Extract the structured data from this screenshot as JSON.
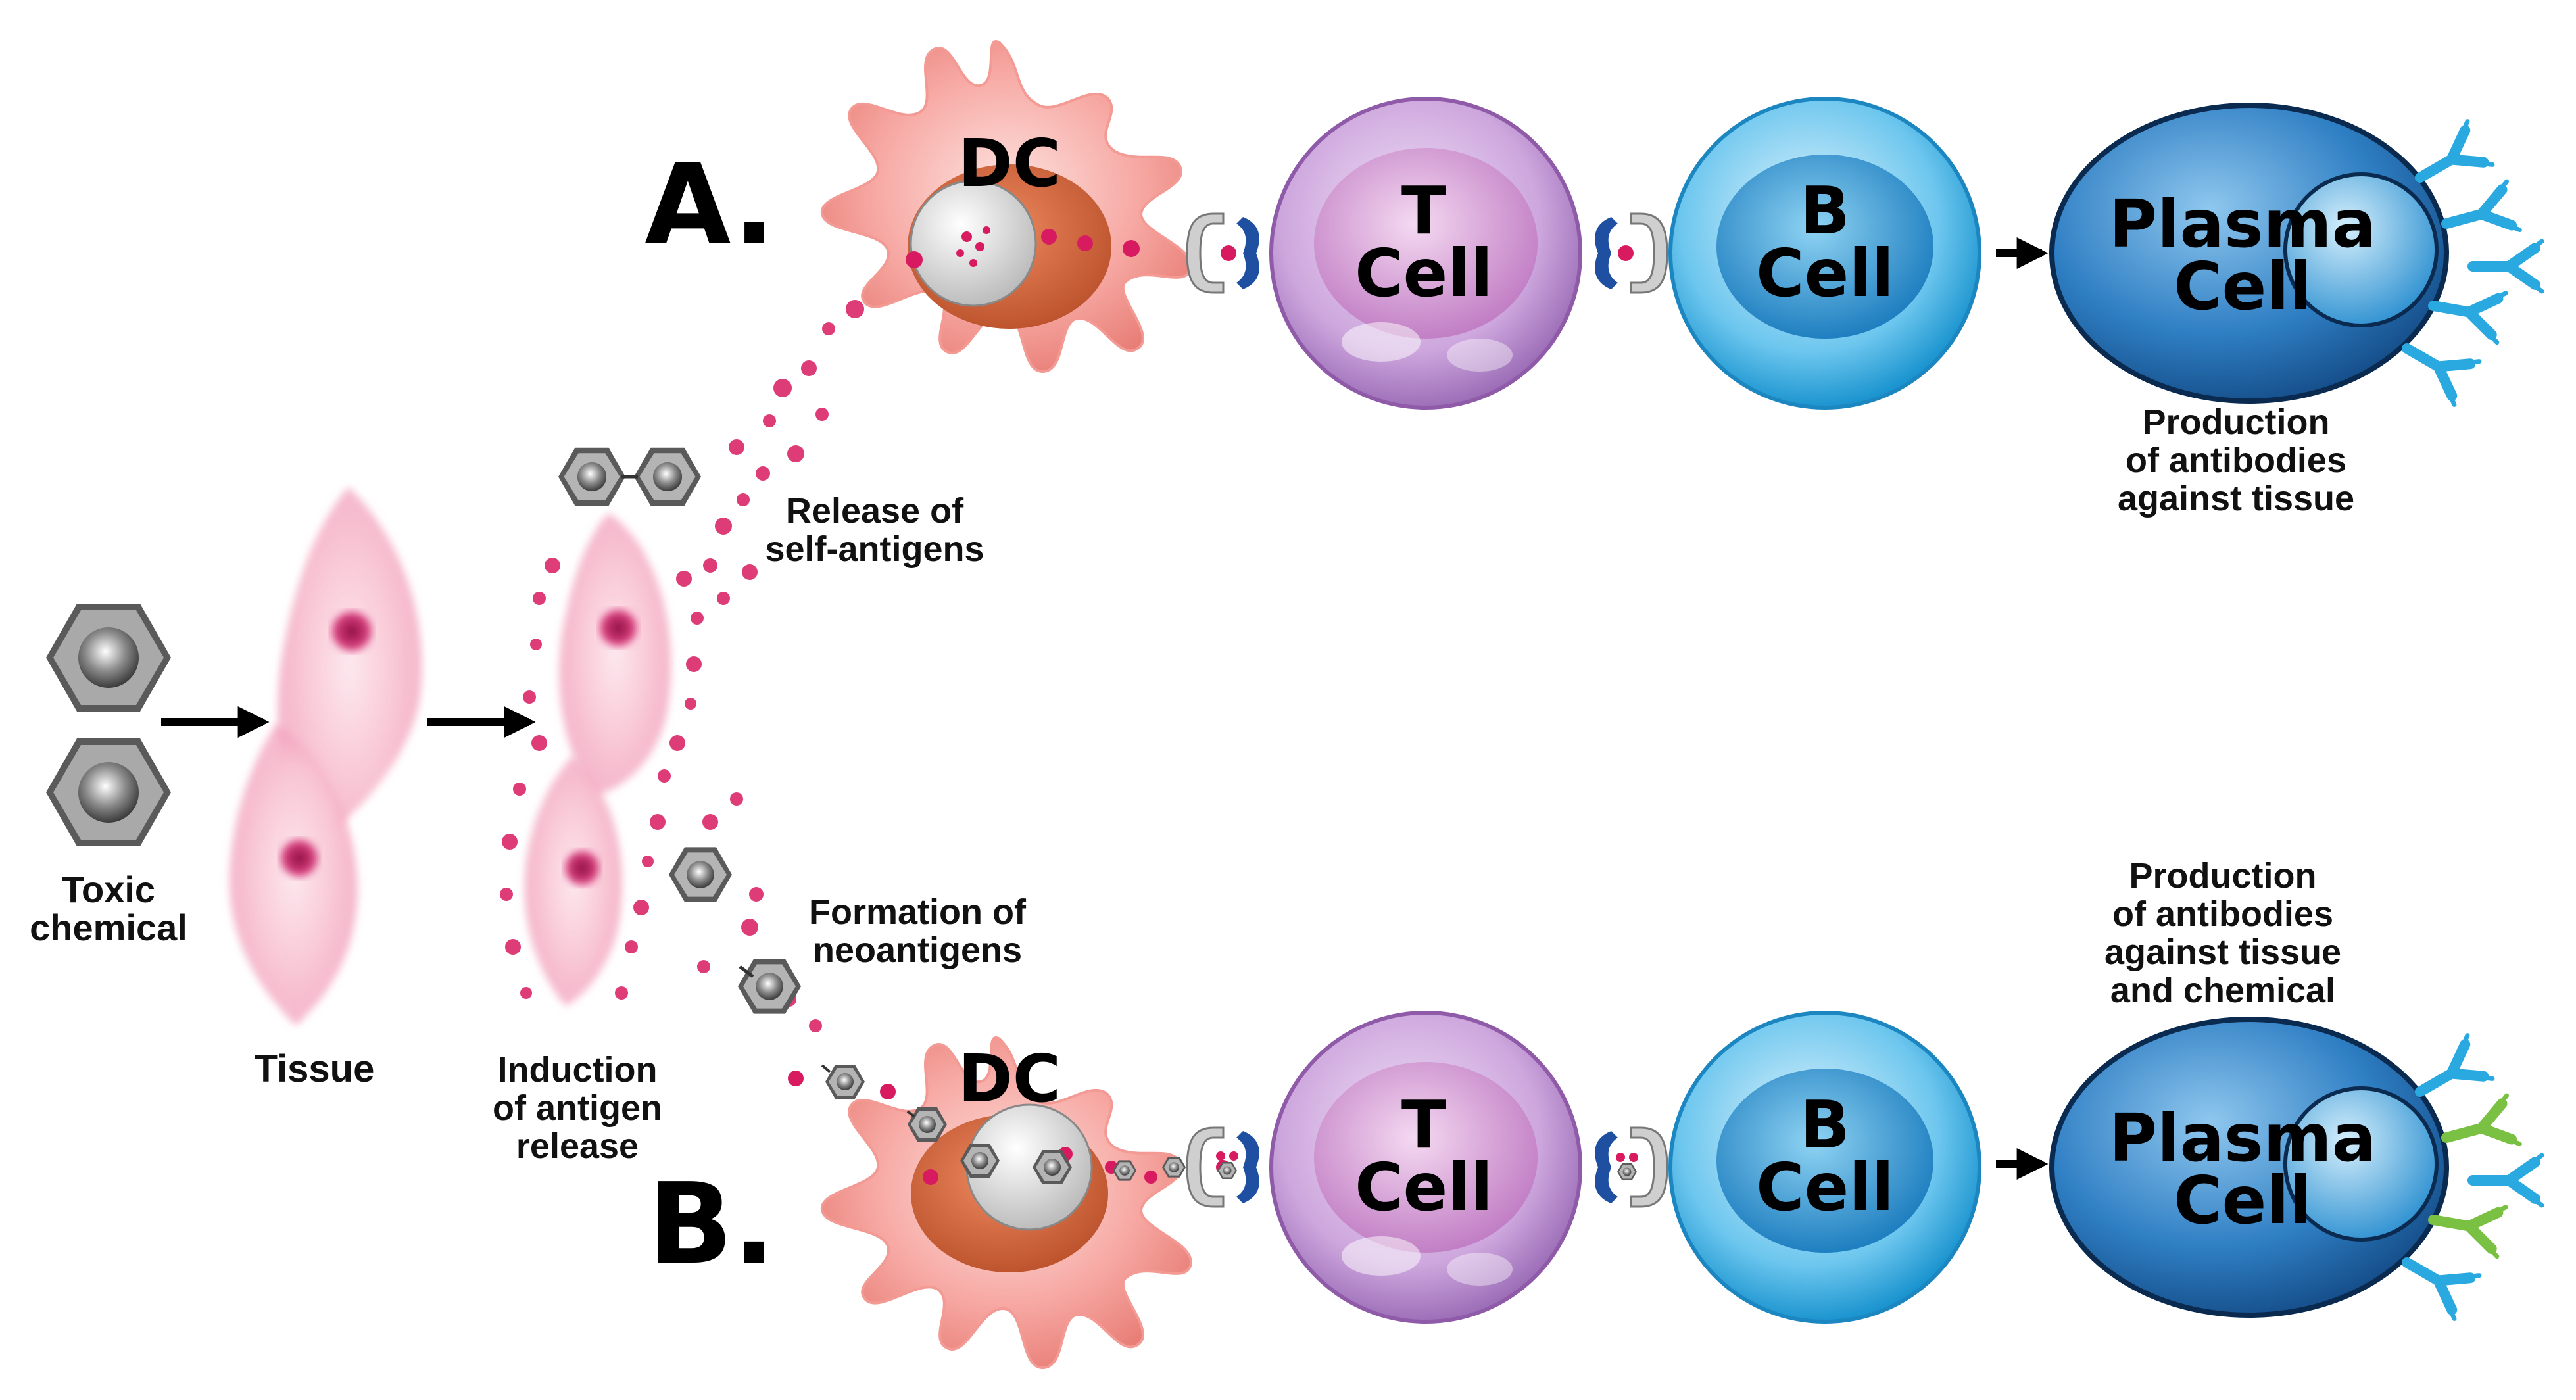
{
  "panels": {
    "a_marker": "A.",
    "b_marker": "B."
  },
  "cells": {
    "dc": "DC",
    "t_line1": "T",
    "t_line2": "Cell",
    "b_line1": "B",
    "b_line2": "Cell",
    "plasma_line1": "Plasma",
    "plasma_line2": "Cell"
  },
  "labels": {
    "toxic_line1": "Toxic",
    "toxic_line2": "chemical",
    "tissue": "Tissue",
    "induction_line1": "Induction",
    "induction_line2": "of antigen",
    "induction_line3": "release",
    "release_line1": "Release of",
    "release_line2": "self-antigens",
    "formation_line1": "Formation of",
    "formation_line2": "neoantigens",
    "prodA_line1": "Production",
    "prodA_line2": "of antibodies",
    "prodA_line3": "against tissue",
    "prodB_line1": "Production",
    "prodB_line2": "of antibodies",
    "prodB_line3": "against tissue",
    "prodB_line4": "and chemical"
  },
  "colors": {
    "dc_body": "#f7a8a3",
    "t_cell": "#c9a2d8",
    "b_cell": "#3fb0e6",
    "plasma_cell": "#1f6fb0",
    "antibody_tissue": "#29a9e0",
    "antibody_chemical": "#7ac143",
    "self_antigen": "#d81b60",
    "chemical": "#9e9e9e"
  }
}
